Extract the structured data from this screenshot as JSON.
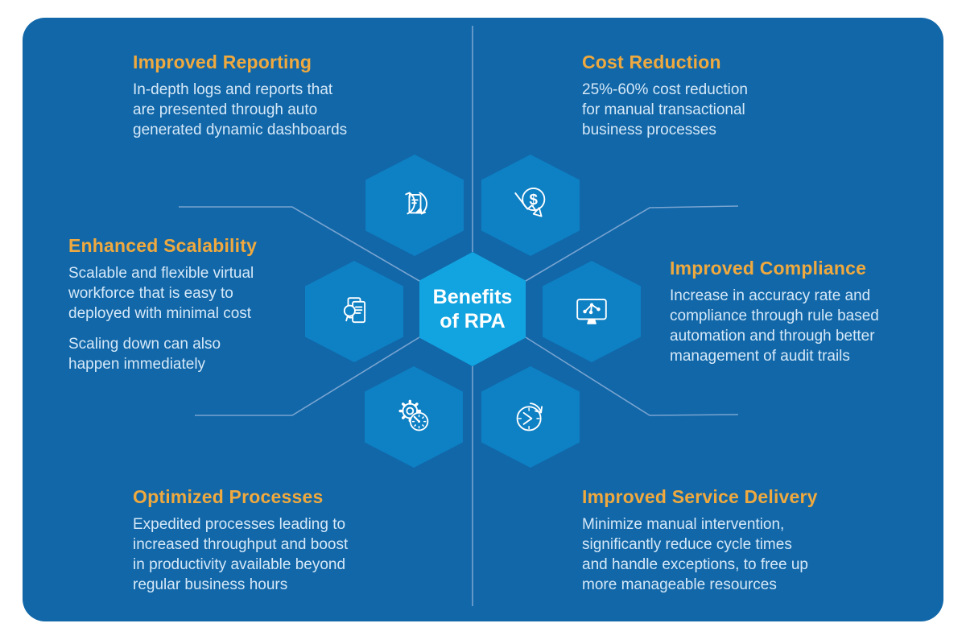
{
  "center": {
    "line1": "Benefits",
    "line2": "of RPA"
  },
  "sections": [
    {
      "title": "Improved Reporting",
      "icon": "document-refresh-icon",
      "lines": [
        "In-depth logs and reports that",
        "are presented through auto",
        "generated dynamic dashboards"
      ]
    },
    {
      "title": "Cost Reduction",
      "icon": "dollar-decrease-icon",
      "lines": [
        "25%-60% cost reduction",
        "for manual transactional",
        "business processes"
      ]
    },
    {
      "title": "Enhanced Scalability",
      "icon": "document-search-icon",
      "lines": [
        "Scalable and flexible virtual",
        "workforce that is easy to",
        "deployed with minimal cost"
      ],
      "lines2": [
        "Scaling down can also",
        "happen immediately"
      ]
    },
    {
      "title": "Improved Compliance",
      "icon": "monitor-network-icon",
      "lines": [
        "Increase in accuracy rate and",
        "compliance through rule based",
        "automation and through better",
        "management of audit trails"
      ]
    },
    {
      "title": "Optimized Processes",
      "icon": "gear-gauge-icon",
      "lines": [
        "Expedited processes leading to",
        "increased throughput and boost",
        "in productivity available beyond",
        "regular business hours"
      ]
    },
    {
      "title": "Improved Service Delivery",
      "icon": "clock-arrow-icon",
      "lines": [
        "Minimize manual intervention,",
        "significantly reduce cycle times",
        "and handle exceptions, to free up",
        "more manageable resources"
      ]
    }
  ],
  "colors": {
    "card_background": "#1167A8",
    "hexagon_fill": "#0E80C4",
    "center_hexagon_fill": "#12A4E0",
    "heading_accent": "#EFA93E",
    "body_text": "#D5E8F8",
    "icon_stroke": "#FFFFFF",
    "connector_line": "#BFCDEC"
  }
}
